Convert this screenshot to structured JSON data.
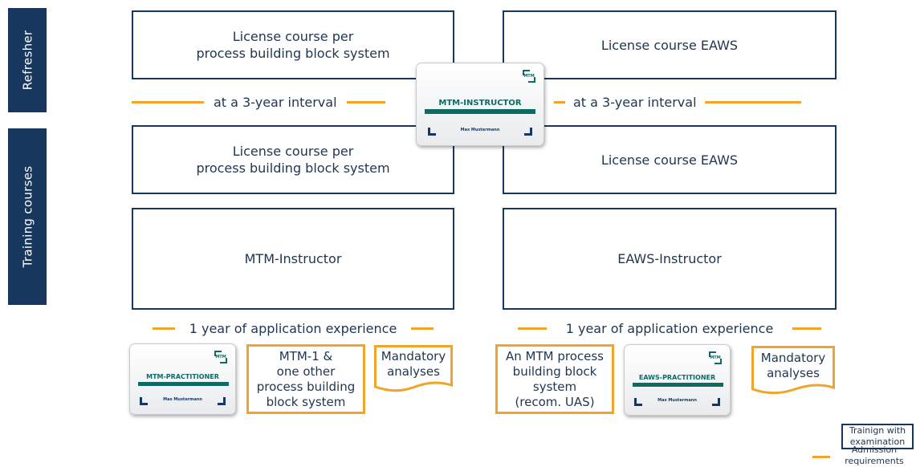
{
  "side_labels": {
    "refresher": "Refresher",
    "training": "Training courses"
  },
  "refresher": {
    "left": "License course per\nprocess building block system",
    "right": "License course EAWS"
  },
  "interval": {
    "left": "at a 3-year interval",
    "right": "at a 3-year interval"
  },
  "training": {
    "license_left": "License course per\nprocess building block system",
    "license_right": "License course EAWS",
    "instructor_left": "MTM-Instructor",
    "instructor_right": "EAWS-Instructor"
  },
  "experience": {
    "left": "1 year of application experience",
    "right": "1 year of application experience"
  },
  "requirements": {
    "mtm1": "MTM-1 &\none other\nprocess building\nblock system",
    "mtm_process": "An MTM process\nbuilding block\nsystem\n(recom. UAS)",
    "mandatory_left": "Mandatory\nanalyses",
    "mandatory_right": "Mandatory\nanalyses"
  },
  "cards": {
    "instructor": {
      "title": "MTM-INSTRUCTOR",
      "name": "Max Mustermann",
      "logo": "MTM"
    },
    "practitioner": {
      "title": "MTM-PRACTITIONER",
      "name": "Max Mustermann",
      "logo": "MTM"
    },
    "eaws_practitioner": {
      "title": "EAWS-PRACTITIONER",
      "name": "Max Mustermann",
      "logo": "MTM"
    }
  },
  "legend": {
    "training_with_exam": "Trainign with\nexamination",
    "admission": "Admission\nrequirements"
  },
  "colors": {
    "navy": "#17375e",
    "orange": "#f0a52a",
    "teal": "#0d6b64"
  }
}
